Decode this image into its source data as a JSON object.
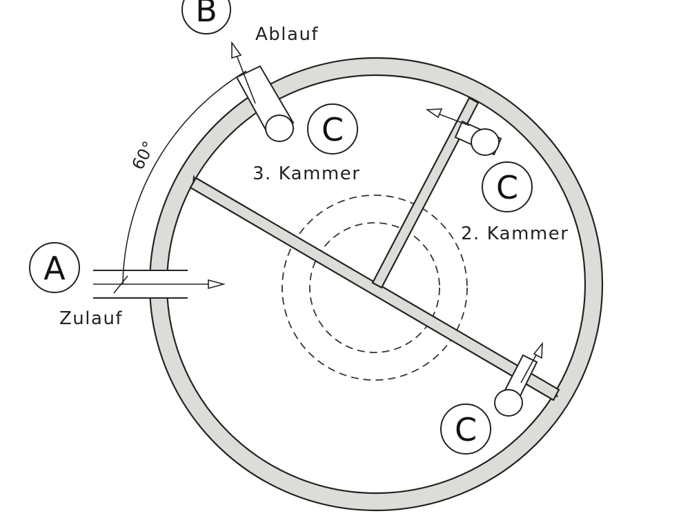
{
  "markers": {
    "a": "A",
    "b": "B",
    "c": "C"
  },
  "labels": {
    "zulauf": "Zulauf",
    "ablauf": "Ablauf",
    "kammer3": "3. Kammer",
    "kammer2": "2. Kammer",
    "angle": "60°"
  }
}
